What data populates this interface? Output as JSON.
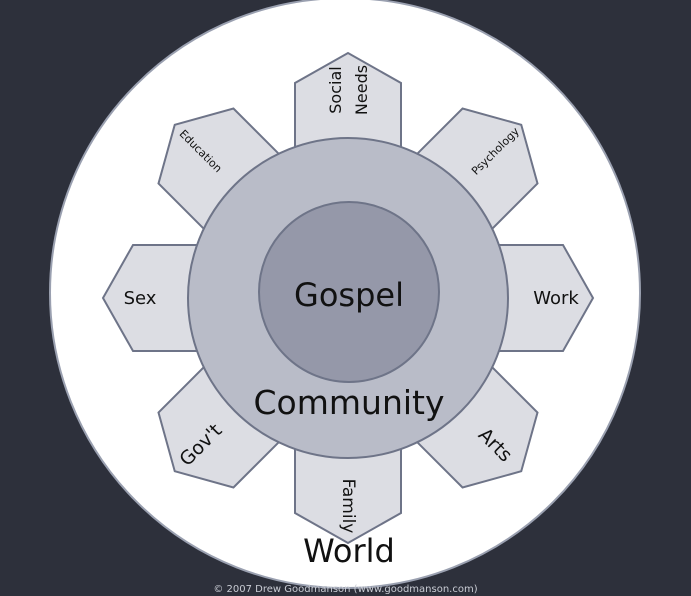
{
  "diagram": {
    "outer_label": "World",
    "middle_label": "Community",
    "inner_label": "Gospel",
    "petals": [
      {
        "id": "social-needs",
        "lines": [
          "Social",
          "Needs"
        ],
        "angle": 0
      },
      {
        "id": "psychology",
        "lines": [
          "Psychology"
        ],
        "angle": 45
      },
      {
        "id": "work",
        "lines": [
          "Work"
        ],
        "angle": 90
      },
      {
        "id": "arts",
        "lines": [
          "Arts"
        ],
        "angle": 135
      },
      {
        "id": "family",
        "lines": [
          "Family"
        ],
        "angle": 180
      },
      {
        "id": "govt",
        "lines": [
          "Gov't"
        ],
        "angle": 225
      },
      {
        "id": "sex",
        "lines": [
          "Sex"
        ],
        "angle": 270
      },
      {
        "id": "education",
        "lines": [
          "Education"
        ],
        "angle": 315
      }
    ],
    "colors": {
      "background": "#2d303b",
      "world_fill": "#ffffff",
      "petal_fill": "#dcdde3",
      "community_fill": "#b9bcc8",
      "gospel_fill": "#9598a9",
      "stroke": "#6e7488"
    }
  },
  "footer": {
    "copyright": "© 2007 Drew Goodmanson   (www.goodmanson.com)"
  }
}
